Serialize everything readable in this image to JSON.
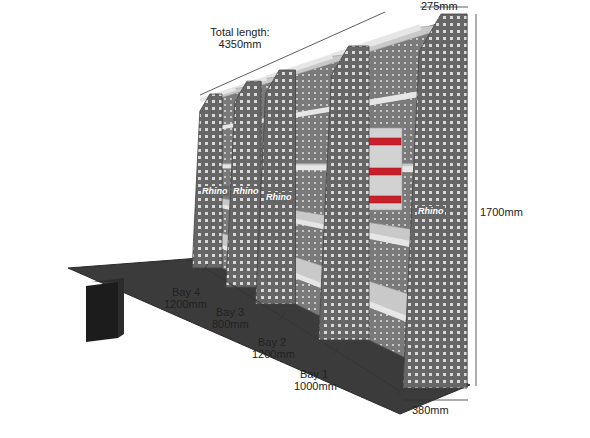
{
  "diagram": {
    "labels": [
      "Total length: 4350mm",
      "275mm",
      "1700mm",
      "380mm",
      "Bay 4",
      "1200mm",
      "Bay 3",
      "800mm",
      "Bay 2",
      "1200mm",
      "Bay 1",
      "1000mm",
      "Rhino",
      "Rhino",
      "Rhino",
      "Rhino"
    ]
  }
}
